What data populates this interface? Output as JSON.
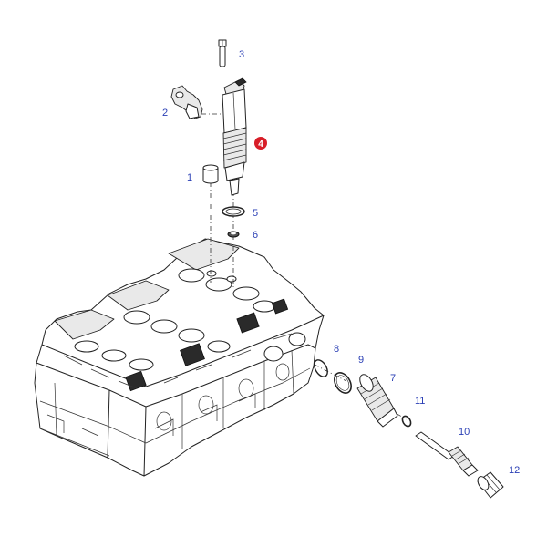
{
  "labels": {
    "p1": "1",
    "p2": "2",
    "p3": "3",
    "p4": "4",
    "p5": "5",
    "p6": "6",
    "p7": "7",
    "p8": "8",
    "p9": "9",
    "p10": "10",
    "p11": "11",
    "p12": "12"
  },
  "colors": {
    "label": "#2a3fb5",
    "highlight": "#d81e28",
    "linework": "#222222"
  }
}
